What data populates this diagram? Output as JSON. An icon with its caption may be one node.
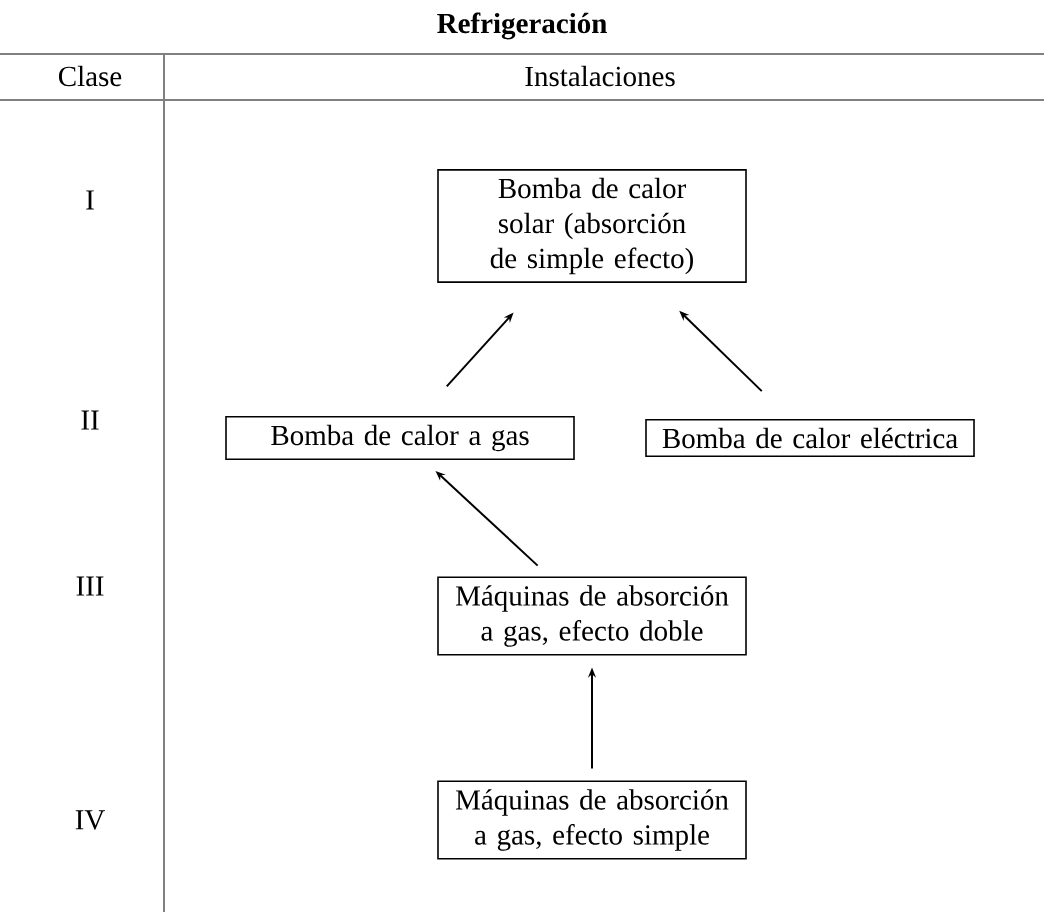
{
  "diagram": {
    "title": "Refrigeración",
    "nodes": [
      {
        "text": [
          "Bomba de calor solar (absorción de simple efecto)"
        ]
      },
      {
        "text": [
          "Bomba de calor a gas"
        ]
      },
      {
        "text": [
          "Bomba de calor eléctrica"
        ]
      },
      {
        "text": [
          "Máquinas de absorción a gas, efecto doble"
        ]
      },
      {
        "text": [
          "Máquinas de absorción a gas, efecto simple"
        ]
      }
    ],
    "edges": [
      {
        "from": 1,
        "to": 0,
        "arrow": "to"
      },
      {
        "from": 2,
        "to": 0,
        "arrow": "to"
      },
      {
        "from": 3,
        "to": 1,
        "arrow": "to"
      },
      {
        "from": 4,
        "to": 3,
        "arrow": "to"
      }
    ],
    "labels": [
      "Clase",
      "Instalaciones",
      "I",
      "II",
      "III",
      "IV"
    ]
  }
}
